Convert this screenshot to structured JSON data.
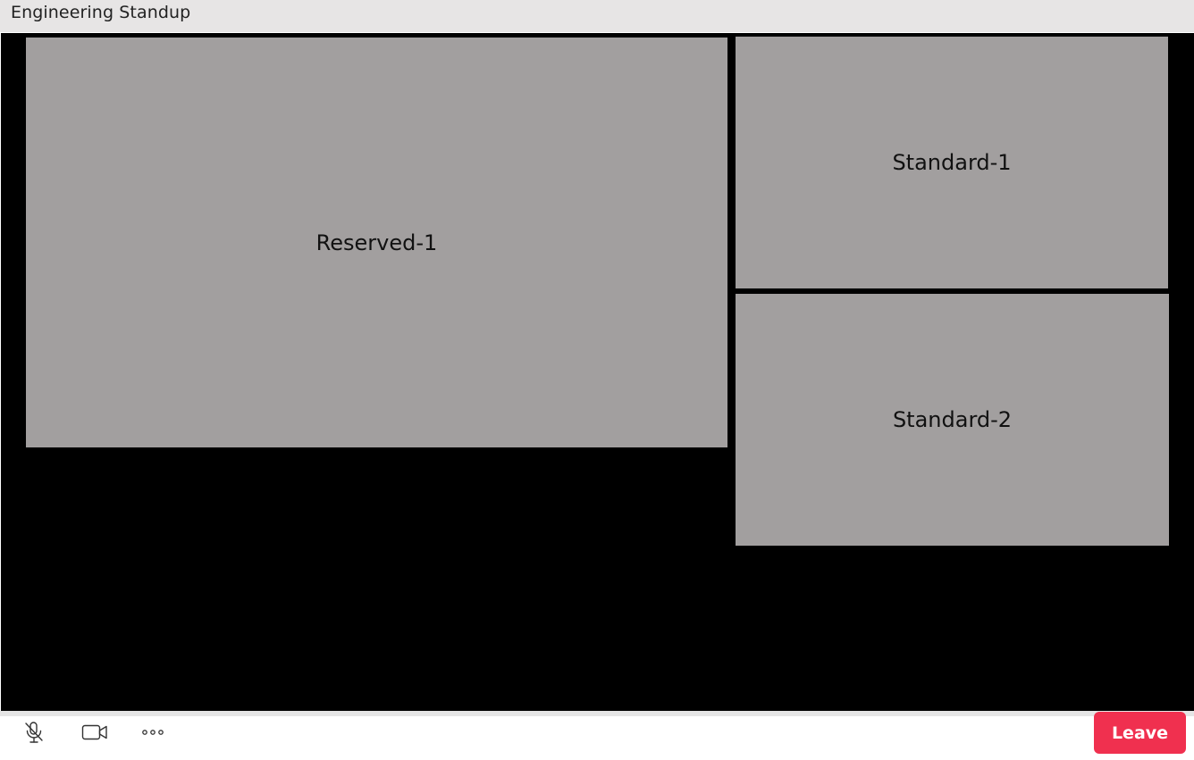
{
  "window": {
    "title": "Engineering Standup"
  },
  "tiles": [
    {
      "label": "Reserved-1"
    },
    {
      "label": "Standard-1"
    },
    {
      "label": "Standard-2"
    }
  ],
  "controls": {
    "mic_icon": "mic-off-icon",
    "camera_icon": "video-camera-icon",
    "more_icon": "more-options-icon",
    "leave_label": "Leave"
  },
  "colors": {
    "leave_button": "#f0304f",
    "tile_background": "#a29f9f",
    "stage_background": "#000000",
    "titlebar_background": "#e7e5e5"
  }
}
